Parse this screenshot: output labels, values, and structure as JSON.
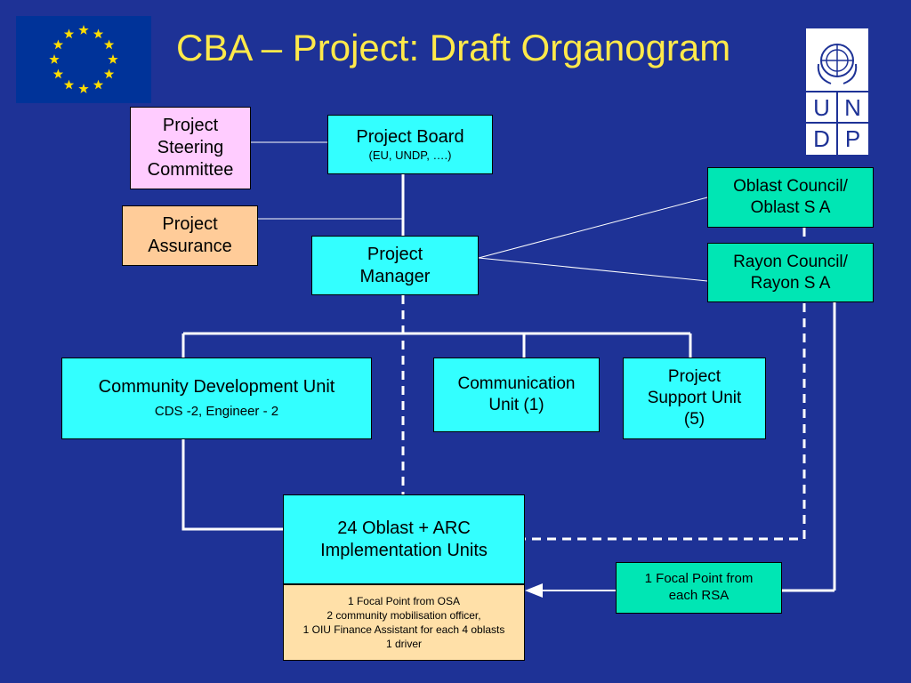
{
  "slide": {
    "title": "CBA – Project: Draft Organogram"
  },
  "logos": {
    "eu_flag": "eu-flag-icon",
    "undp": {
      "letters": [
        "U",
        "N",
        "D",
        "P"
      ],
      "icon": "un-emblem-icon"
    }
  },
  "colors": {
    "background": "#1E3296",
    "title": "#FFE94A",
    "unit_box": "#33FFFF",
    "council_box": "#00E6B4",
    "steering_box": "#FFCCFF",
    "assurance_box": "#FFCC99",
    "staff_box": "#FFE0A8"
  },
  "nodes": {
    "steering": {
      "lines": [
        "Project",
        "Steering",
        "Committee"
      ]
    },
    "board": {
      "title": "Project Board",
      "subtitle": "(EU, UNDP, ….)"
    },
    "assurance": {
      "lines": [
        "Project",
        "Assurance"
      ]
    },
    "manager": {
      "lines": [
        "Project",
        "Manager"
      ]
    },
    "oblast_council": {
      "lines": [
        "Oblast Council/",
        "Oblast S A"
      ]
    },
    "rayon_council": {
      "lines": [
        "Rayon Council/",
        "Rayon S A"
      ]
    },
    "cdu": {
      "title": "Community Development Unit",
      "subtitle": "CDS -2, Engineer - 2"
    },
    "comm_unit": {
      "lines": [
        "Communication",
        "Unit (1)"
      ]
    },
    "support_unit": {
      "lines": [
        "Project",
        "Support Unit",
        "(5)"
      ]
    },
    "implementation": {
      "lines": [
        "24 Oblast + ARC",
        "Implementation Units"
      ]
    },
    "implementation_staff": {
      "lines": [
        "1 Focal Point from OSA",
        "2 community mobilisation officer,",
        "1 OIU Finance Assistant for each 4 oblasts",
        "1 driver"
      ]
    },
    "focal_rsa": {
      "lines": [
        "1 Focal Point from",
        "each RSA"
      ]
    }
  }
}
